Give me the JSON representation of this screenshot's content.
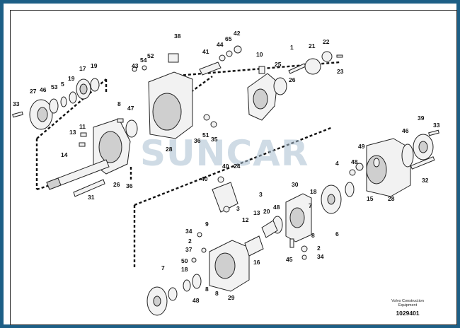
{
  "watermark": "SUNCAR",
  "footer": {
    "maker_line1": "Volvo Construction",
    "maker_line2": "Equipment",
    "drawing_number": "1029401"
  },
  "labels": {
    "l38": "38",
    "l42": "42",
    "l65": "65",
    "l44": "44",
    "l41": "41",
    "l54": "54",
    "l52": "52",
    "l43": "43",
    "l10": "10",
    "l1": "1",
    "l21": "21",
    "l22": "22",
    "l23": "23",
    "l25": "25",
    "l26a": "26",
    "l17": "17",
    "l19a": "19",
    "l19b": "19",
    "l53": "53",
    "l5": "5",
    "l27": "27",
    "l46a": "46",
    "l33a": "33",
    "l8a": "8",
    "l47": "47",
    "l13": "13",
    "l11": "11",
    "l14": "14",
    "l26b": "26",
    "l36a": "36",
    "l31": "31",
    "l28a": "28",
    "l36b": "36",
    "l51": "51",
    "l35": "35",
    "l39": "39",
    "l46b": "46",
    "l33b": "33",
    "l49": "49",
    "l48a": "48",
    "l4": "4",
    "l32": "32",
    "l15": "15",
    "l28b": "28",
    "l40a": "40",
    "l40b": "40",
    "l24": "24",
    "l3a": "3",
    "l3b": "3",
    "l30": "30",
    "l18a": "18",
    "l20": "20",
    "l48b": "48",
    "l7a": "7",
    "l8b": "8",
    "l6": "6",
    "l9": "9",
    "l12": "12",
    "l13b": "13",
    "l34a": "34",
    "l2a": "2",
    "l37": "37",
    "l50": "50",
    "l16": "16",
    "l45": "45",
    "l2b": "2",
    "l34b": "34",
    "l7b": "7",
    "l18b": "18",
    "l48c": "48",
    "l8c": "8",
    "l29": "29",
    "l8d": "8"
  }
}
